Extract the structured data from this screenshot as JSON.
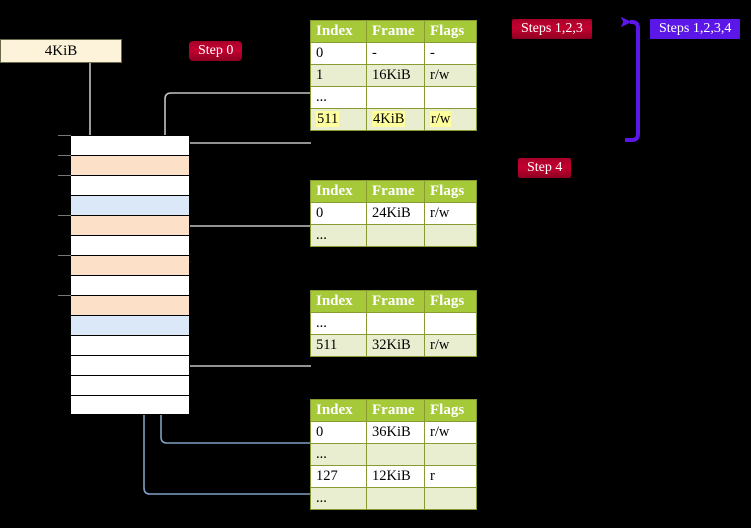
{
  "diagram": {
    "title": "page-table-walk",
    "colors": {
      "table_header_green": "#a6c939",
      "table_alt_row": "#e9eed1",
      "highlight_yellow": "#ffff9e",
      "badge_red": "#c4002f",
      "badge_violet": "#5b17e8",
      "mem_peach": "#fde0c8",
      "mem_blue": "#dbe8f8",
      "kib_box_fill": "#fdf3da",
      "gray_wire": "#b9b9b9",
      "blue_wire": "#7e9fc4",
      "violet_wire": "#5b17e8"
    }
  },
  "kib_box": {
    "label": "4KiB"
  },
  "badges": [
    {
      "id": "step0",
      "label": "Step 0",
      "style": "red"
    },
    {
      "id": "steps123",
      "label": "Steps 1,2,3",
      "style": "red-flat"
    },
    {
      "id": "steps1234",
      "label": "Steps 1,2,3,4",
      "style": "violet"
    },
    {
      "id": "step4",
      "label": "Step 4",
      "style": "red-flat"
    }
  ],
  "tables": [
    {
      "name": "pml4-table",
      "headers": [
        "Index",
        "Frame",
        "Flags"
      ],
      "rows": [
        {
          "cells": [
            "0",
            "-",
            "-"
          ],
          "alt": false,
          "highlight": false
        },
        {
          "cells": [
            "1",
            "16KiB",
            "r/w"
          ],
          "alt": true,
          "highlight": false
        },
        {
          "cells": [
            "...",
            "",
            ""
          ],
          "alt": false,
          "highlight": false
        },
        {
          "cells": [
            "511",
            "4KiB",
            "r/w"
          ],
          "alt": true,
          "highlight": true
        }
      ]
    },
    {
      "name": "pdpt-table",
      "headers": [
        "Index",
        "Frame",
        "Flags"
      ],
      "rows": [
        {
          "cells": [
            "0",
            "24KiB",
            "r/w"
          ],
          "alt": false,
          "highlight": false
        },
        {
          "cells": [
            "...",
            "",
            ""
          ],
          "alt": true,
          "highlight": false
        }
      ]
    },
    {
      "name": "pd-table",
      "headers": [
        "Index",
        "Frame",
        "Flags"
      ],
      "rows": [
        {
          "cells": [
            "...",
            "",
            ""
          ],
          "alt": false,
          "highlight": false
        },
        {
          "cells": [
            "511",
            "32KiB",
            "r/w"
          ],
          "alt": true,
          "highlight": false
        }
      ]
    },
    {
      "name": "pt-table",
      "headers": [
        "Index",
        "Frame",
        "Flags"
      ],
      "rows": [
        {
          "cells": [
            "0",
            "36KiB",
            "r/w"
          ],
          "alt": false,
          "highlight": false
        },
        {
          "cells": [
            "...",
            "",
            ""
          ],
          "alt": true,
          "highlight": false
        },
        {
          "cells": [
            "127",
            "12KiB",
            "r"
          ],
          "alt": false,
          "highlight": false
        },
        {
          "cells": [
            "...",
            "",
            ""
          ],
          "alt": true,
          "highlight": false
        }
      ]
    }
  ],
  "memory_column": {
    "name": "physical-memory-frames",
    "rows": [
      {
        "fill": "white"
      },
      {
        "fill": "peach"
      },
      {
        "fill": "white"
      },
      {
        "fill": "blue"
      },
      {
        "fill": "peach"
      },
      {
        "fill": "white"
      },
      {
        "fill": "peach"
      },
      {
        "fill": "white"
      },
      {
        "fill": "peach"
      },
      {
        "fill": "blue"
      },
      {
        "fill": "white"
      },
      {
        "fill": "white"
      },
      {
        "fill": "white"
      },
      {
        "fill": "white"
      }
    ],
    "ticks_at_rows": [
      0,
      1,
      2,
      4,
      6,
      8
    ]
  }
}
